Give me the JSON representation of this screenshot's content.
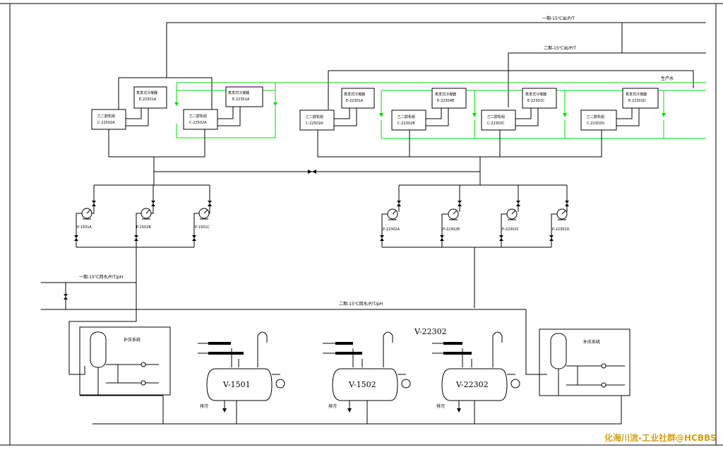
{
  "lines": {
    "top1": "一期-15℃出/P/T",
    "top2": "二期-15℃出/P/T",
    "cooling": "生产水",
    "ret1": "一期-15℃回水/P/T/pH",
    "ret2": "二期-15℃回水/P/T/pH"
  },
  "compressors": [
    {
      "name": "乙二醇机组",
      "tag": "C-22502A"
    },
    {
      "name": "乙二醇机组",
      "tag": "C-22502A"
    },
    {
      "name": "乙二醇机组",
      "tag": "C-22502A"
    },
    {
      "name": "乙二醇机组",
      "tag": "C-22302B"
    },
    {
      "name": "乙二醇机组",
      "tag": "C-22302C"
    },
    {
      "name": "乙二醇机组",
      "tag": "C-22302D"
    }
  ],
  "coolers": [
    {
      "name": "蒸发式冷凝器",
      "tag": "E-22501A"
    },
    {
      "name": "蒸发式冷凝器",
      "tag": "E-22301A"
    },
    {
      "name": "蒸发式冷凝器",
      "tag": "E-22301A"
    },
    {
      "name": "蒸发式冷凝器",
      "tag": "E-22304B"
    },
    {
      "name": "蒸发式冷凝器",
      "tag": "E-22301C"
    },
    {
      "name": "蒸发式冷凝器",
      "tag": "E-22301D"
    }
  ],
  "pumps_left": [
    "P-1501A",
    "P-1502B",
    "P-1501C"
  ],
  "pumps_right": [
    "P-22302A",
    "P-22302B",
    "P-22302C",
    "P-22302D"
  ],
  "pressure_systems": [
    "补压系统",
    "补压系统"
  ],
  "vessels": [
    "V-1501",
    "V-1502",
    "V-22302"
  ],
  "vessel_header": "V-22302",
  "drains": [
    "排污",
    "排污",
    "排污"
  ],
  "watermark": "化海川流-工业社群@HCBBS"
}
